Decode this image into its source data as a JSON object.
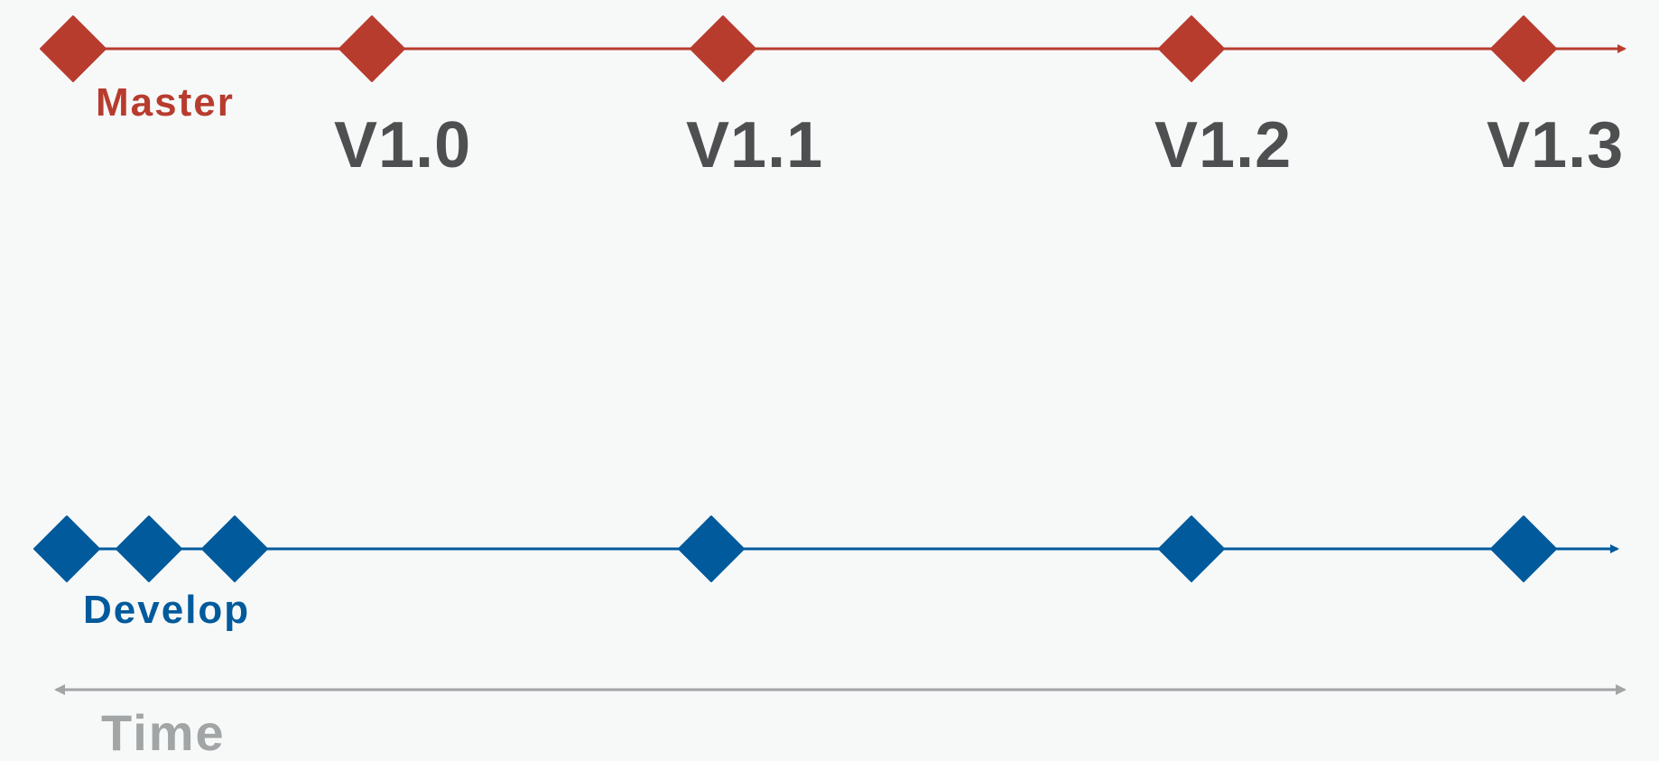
{
  "colors": {
    "master": "#b83c2e",
    "develop": "#005a9c",
    "version_text": "#4d4f50",
    "time_axis": "#a2a5a6",
    "background": "#f7f9f9"
  },
  "master": {
    "label": "Master",
    "commit_count": 5
  },
  "develop": {
    "label": "Develop",
    "commit_count": 6
  },
  "versions": [
    "V1.0",
    "V1.1",
    "V1.2",
    "V1.3"
  ],
  "time_axis": {
    "label": "Time"
  }
}
